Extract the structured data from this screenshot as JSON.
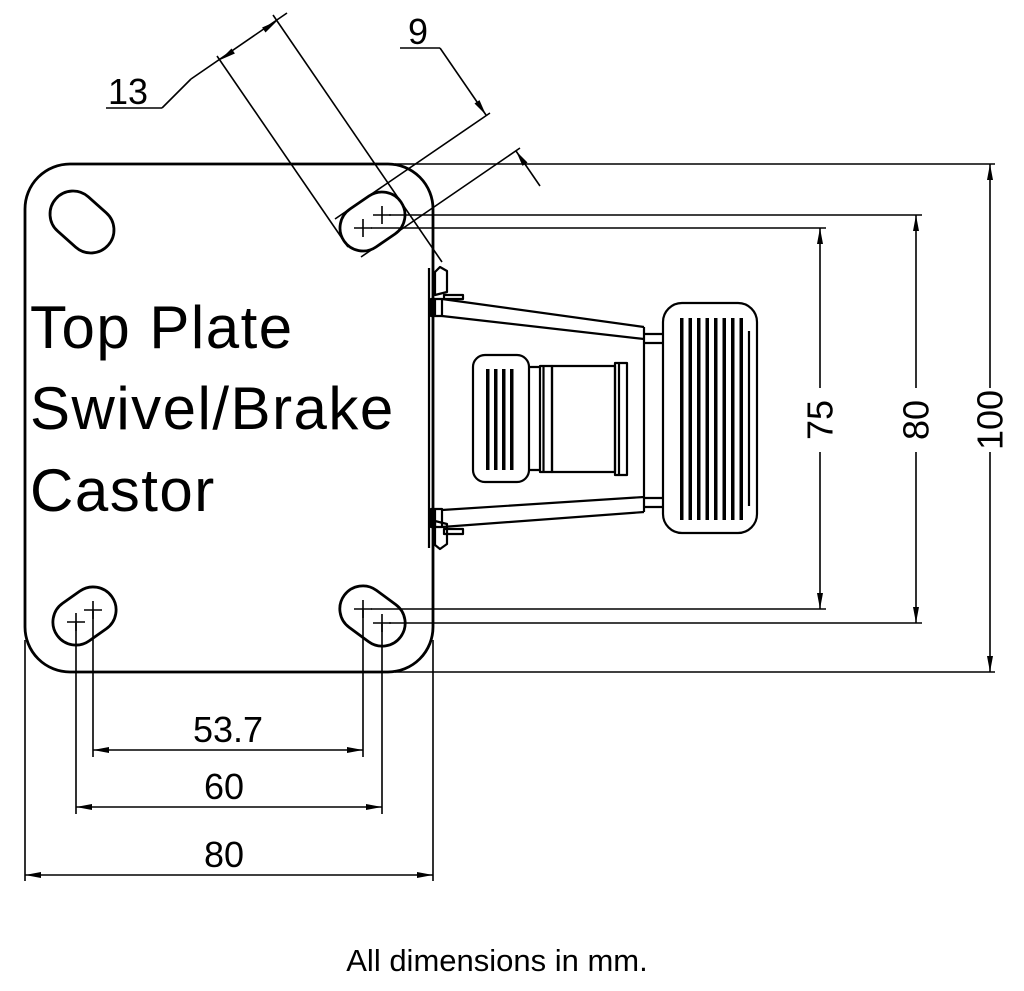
{
  "drawing": {
    "title_lines": [
      "Top Plate",
      "Swivel/Brake",
      "Castor"
    ],
    "footer_note": "All dimensions in mm.",
    "colors": {
      "line": "#000000",
      "background": "#ffffff"
    },
    "dimensions": {
      "slot_length": "13",
      "slot_width": "9",
      "bolt_spacing_x_inner": "53.7",
      "bolt_spacing_x_outer": "60",
      "plate_width": "80",
      "bolt_spacing_y_inner": "75",
      "bolt_spacing_y_outer": "80",
      "plate_height": "100"
    }
  }
}
